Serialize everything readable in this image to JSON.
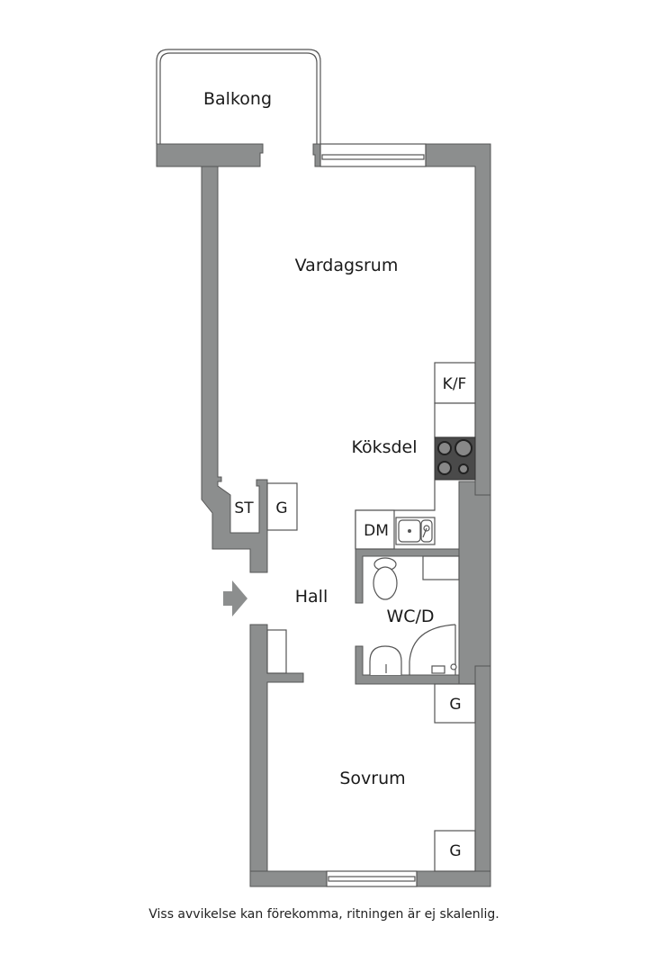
{
  "rooms": {
    "balkong": "Balkong",
    "vardagsrum": "Vardagsrum",
    "koksdel": "Köksdel",
    "hall": "Hall",
    "wc_d": "WC/D",
    "sovrum": "Sovrum"
  },
  "fixtures": {
    "kf": "K/F",
    "dm": "DM",
    "st": "ST",
    "g_hall": "G",
    "g_sovrum_top": "G",
    "g_sovrum_bottom": "G"
  },
  "footer": {
    "disclaimer": "Viss avvikelse kan förekomma, ritningen är ej skalenlig."
  },
  "colors": {
    "wall": "#8c8e8e",
    "stove": "#4a4a4a",
    "background": "#ffffff"
  }
}
